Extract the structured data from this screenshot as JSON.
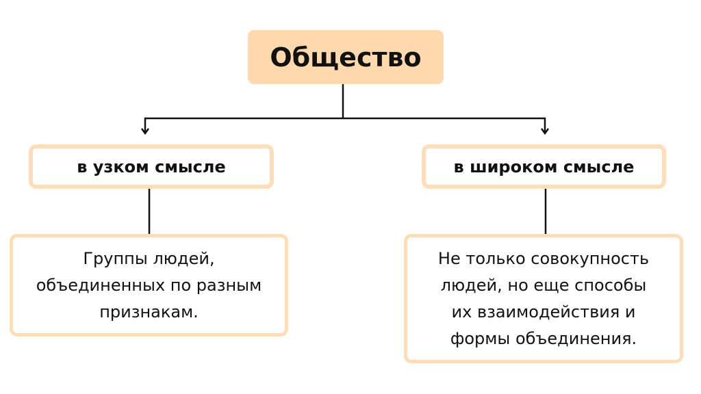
{
  "title": "Общество",
  "branches": [
    {
      "label": "в узком смысле",
      "description": [
        "Группы людей,",
        "объединенных по разным",
        "признакам."
      ]
    },
    {
      "label": "в широком смысле",
      "description": [
        "Не только совокупность",
        "людей, но еще способы",
        "их взаимодействия и",
        "формы объединения."
      ]
    }
  ],
  "colors": {
    "accent": "#FFD9AE",
    "border": "#FFDDB6",
    "line": "#111111"
  }
}
